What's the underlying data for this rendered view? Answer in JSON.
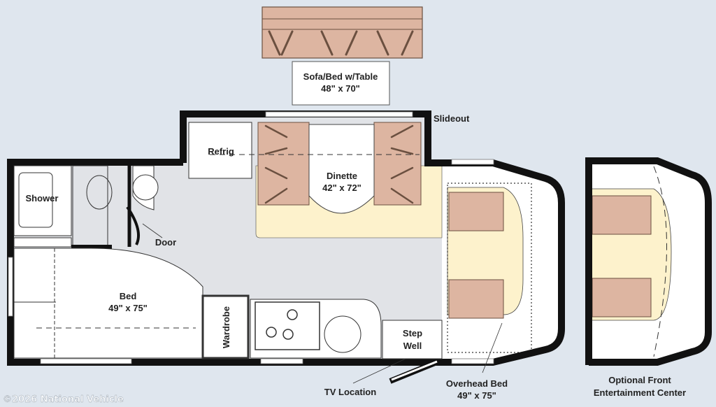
{
  "title": "Floor plan",
  "labels": {
    "sofa_bed": "Sofa/Bed w/Table",
    "sofa_bed_size": "48\" x 70\"",
    "slideout": "Slideout",
    "refrig": "Refrig",
    "dinette": "Dinette",
    "dinette_size": "42\" x 72\"",
    "shower": "Shower",
    "door": "Door",
    "bed": "Bed",
    "bed_size": "49\" x 75\"",
    "wardrobe": "Wardrobe",
    "step_well_1": "Step",
    "step_well_2": "Well",
    "tv_location": "TV Location",
    "overhead_bed": "Overhead Bed",
    "overhead_bed_size": "49\" x 75\"",
    "optional_1": "Optional Front",
    "optional_2": "Entertainment Center"
  },
  "watermark": "©2026 National Vehicle",
  "colors": {
    "background": "#dfe6ee",
    "floor": "#e1e3e7",
    "wall": "#111111",
    "seat": "#ddb5a1",
    "highlight": "#fdf2cc"
  }
}
